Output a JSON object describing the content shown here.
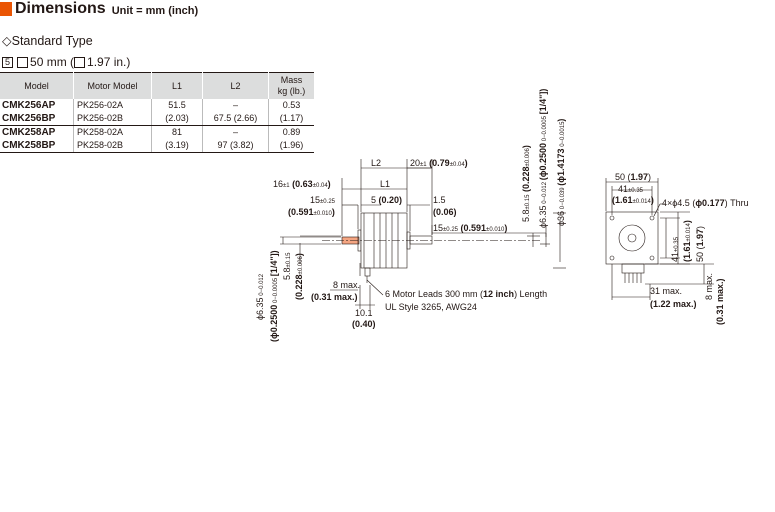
{
  "header": {
    "title": "Dimensions",
    "unit": "Unit = mm (inch)",
    "accent_color": "#ea5504"
  },
  "subtitle": "◇Standard Type",
  "size": {
    "num": "5",
    "text_a": "50 mm (",
    "text_b": "1.97 in.)"
  },
  "table": {
    "headers": [
      "Model",
      "Motor Model",
      "L1",
      "L2",
      "Mass\nkg (lb.)"
    ],
    "rows": [
      {
        "model": "CMK256AP",
        "motor": "PK256-02A",
        "l1": "51.5",
        "l2": "–",
        "mass": "0.53"
      },
      {
        "model": "CMK256BP",
        "motor": "PK256-02B",
        "l1": "(2.03)",
        "l2": "67.5 (2.66)",
        "mass": "(1.17)"
      },
      {
        "model": "CMK258AP",
        "motor": "PK258-02A",
        "l1": "81",
        "l2": "–",
        "mass": "0.89"
      },
      {
        "model": "CMK258BP",
        "motor": "PK258-02B",
        "l1": "(3.19)",
        "l2": "97 (3.82)",
        "mass": "(1.96)"
      }
    ]
  },
  "labels": {
    "l2": "L2",
    "l1": "L1",
    "d20": "20",
    "d20_tol": "±1",
    "d20_in": "(0.79",
    "d20_in_tol": "±0.04",
    "d16": "16",
    "d16_tol": "±1",
    "d16_in": "(0.63",
    "d16_in_tol": "±0.04",
    "d15a": "15",
    "d15a_tol": "±0.25",
    "d15a_in": "(0.591",
    "d15a_in_tol": "±0.010",
    "d5": "5",
    "d5_in": "(0.20)",
    "d15": "1.5",
    "d15_in": "(0.06)",
    "d15b": "15",
    "d15b_tol": "±0.25",
    "d15b_in": "(0.591",
    "d15b_in_tol": "±0.010",
    "leads": "6 Motor Leads 300 mm (",
    "leads_b": "12 inch",
    "leads_c": ") Length",
    "ul": "UL Style 3265, AWG24",
    "d8": "8 max.",
    "d8_in": "(0.31 max.)",
    "d101": "10.1",
    "d101_in": "(0.40)",
    "shaft_d": "ϕ6.35",
    "shaft_d_in": "(ϕ0.2500",
    "shaft_frac": "[1/4\"]",
    "flat": "5.8",
    "flat_tol": "±0.15",
    "flat_in": "(0.228",
    "flat_in_tol": "±0.006",
    "v58": "5.8",
    "v58_tol": "±0.15",
    "v58_in": "(0.228",
    "v58_in_tol": "±0.006",
    "v635": "ϕ6.35",
    "v635_in": "(ϕ0.2500",
    "v635_frac": "[1/4\"]",
    "v36": "ϕ36",
    "v36_in": "(ϕ1.4173",
    "e50": "50 (",
    "e50_b": "1.97",
    "e41": "41",
    "e41_tol": "±0.35",
    "e41_in": "(1.61",
    "e41_in_tol": "±0.014",
    "holes": "4×ϕ4.5 (",
    "holes_b": "ϕ0.177",
    "holes_c": ") Thru",
    "e41v": "41",
    "e41v_tol": "±0.35",
    "e41v_in": "(1.61",
    "e41v_in_tol": "±0.014",
    "e50v": "50 (",
    "e50v_b": "1.97",
    "e31": "31 max.",
    "e31_in": "(1.22 max.)",
    "e8": "8 max.",
    "e8_in": "(0.31 max.)"
  }
}
